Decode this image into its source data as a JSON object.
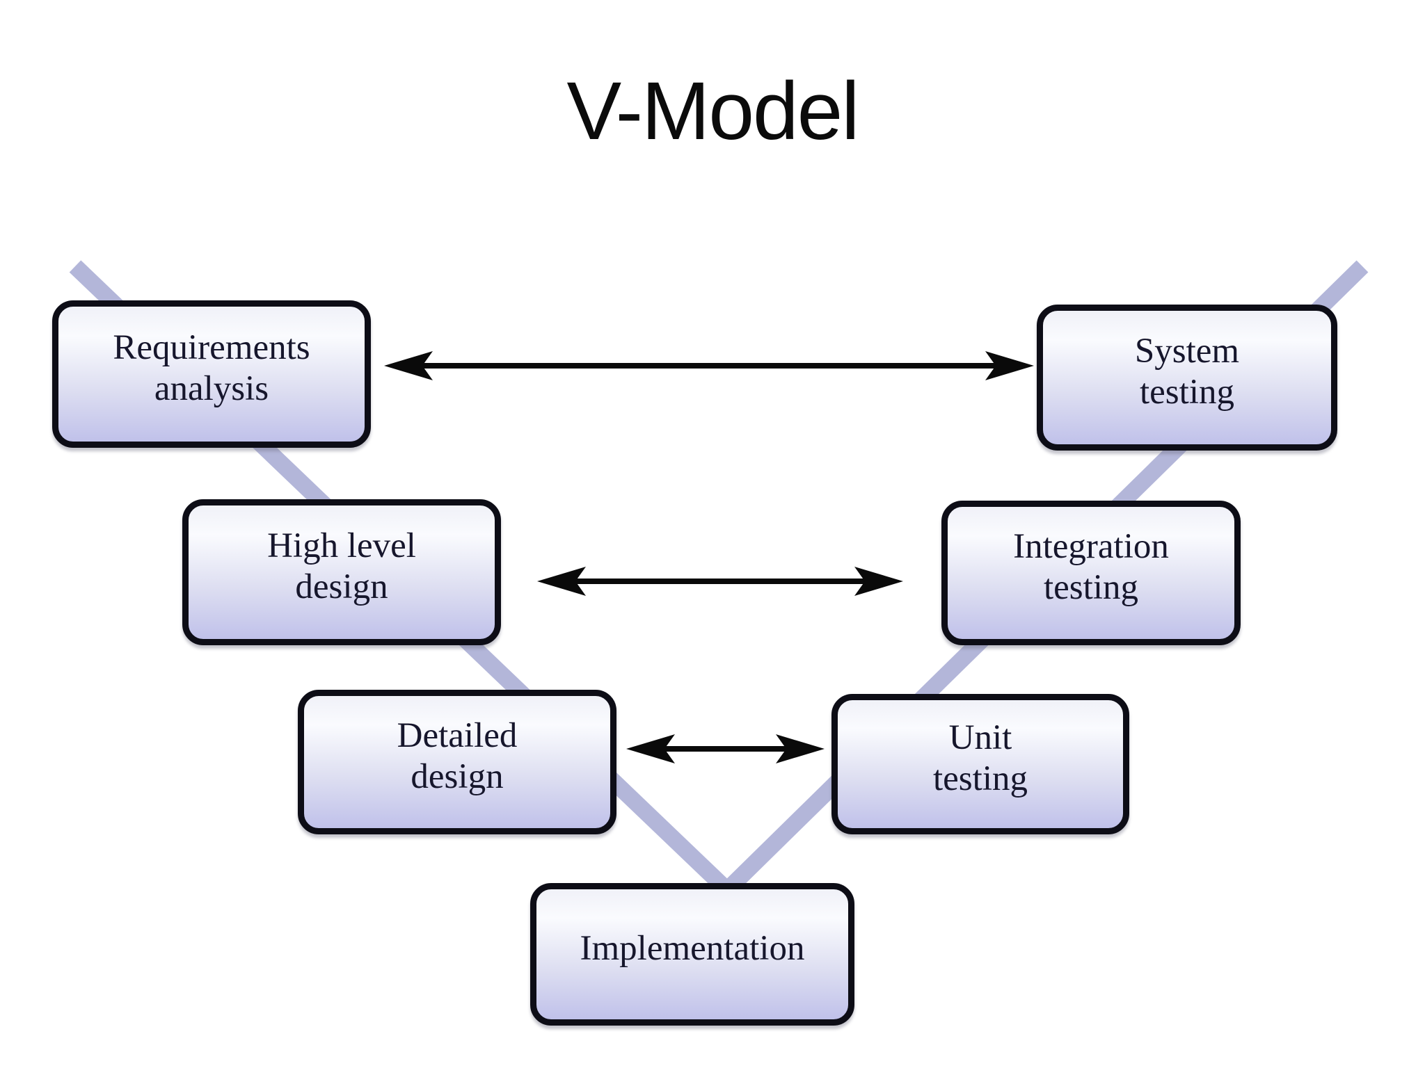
{
  "title": "V-Model",
  "nodes": [
    {
      "id": "requirements-analysis",
      "lines": [
        "Requirements",
        "analysis"
      ]
    },
    {
      "id": "high-level-design",
      "lines": [
        "High level",
        "design"
      ]
    },
    {
      "id": "detailed-design",
      "lines": [
        "Detailed",
        "design"
      ]
    },
    {
      "id": "implementation",
      "lines": [
        "Implementation"
      ]
    },
    {
      "id": "unit-testing",
      "lines": [
        "Unit",
        "testing"
      ]
    },
    {
      "id": "integration-testing",
      "lines": [
        "Integration",
        "testing"
      ]
    },
    {
      "id": "system-testing",
      "lines": [
        "System",
        "testing"
      ]
    }
  ],
  "connections": [
    {
      "from": "Requirements analysis",
      "to": "System testing",
      "type": "double-headed-arrow"
    },
    {
      "from": "High level design",
      "to": "Integration testing",
      "type": "double-headed-arrow"
    },
    {
      "from": "Detailed design",
      "to": "Unit testing",
      "type": "double-headed-arrow"
    }
  ],
  "v_shape": {
    "left_branch_order": [
      "Requirements analysis",
      "High level design",
      "Detailed design"
    ],
    "vertex": "Implementation",
    "right_branch_order": [
      "Unit testing",
      "Integration testing",
      "System testing"
    ]
  },
  "colors": {
    "background": "#ffffff",
    "box_border": "#0d0d16",
    "box_fill_top": "#f0f1f8",
    "box_fill_bottom": "#c0c1ea",
    "v_line": "#b3b6d9",
    "arrow": "#0a0a0a",
    "text": "#16162c",
    "title_color": "#0b0b0b"
  }
}
